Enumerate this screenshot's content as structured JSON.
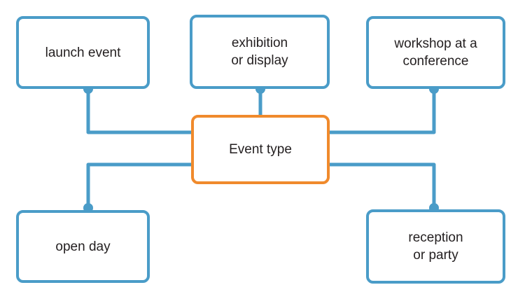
{
  "diagram": {
    "center": {
      "label": "Event type"
    },
    "nodes": [
      {
        "id": "launch",
        "label": "launch event"
      },
      {
        "id": "exhibition",
        "label": "exhibition\nor display"
      },
      {
        "id": "workshop",
        "label": "workshop at a\nconference"
      },
      {
        "id": "openday",
        "label": "open day"
      },
      {
        "id": "reception",
        "label": "reception\nor party"
      }
    ],
    "colors": {
      "connector": "#4a9cc8",
      "center_border": "#f08a2c",
      "node_border": "#4a9cc8",
      "text": "#231f20"
    }
  }
}
